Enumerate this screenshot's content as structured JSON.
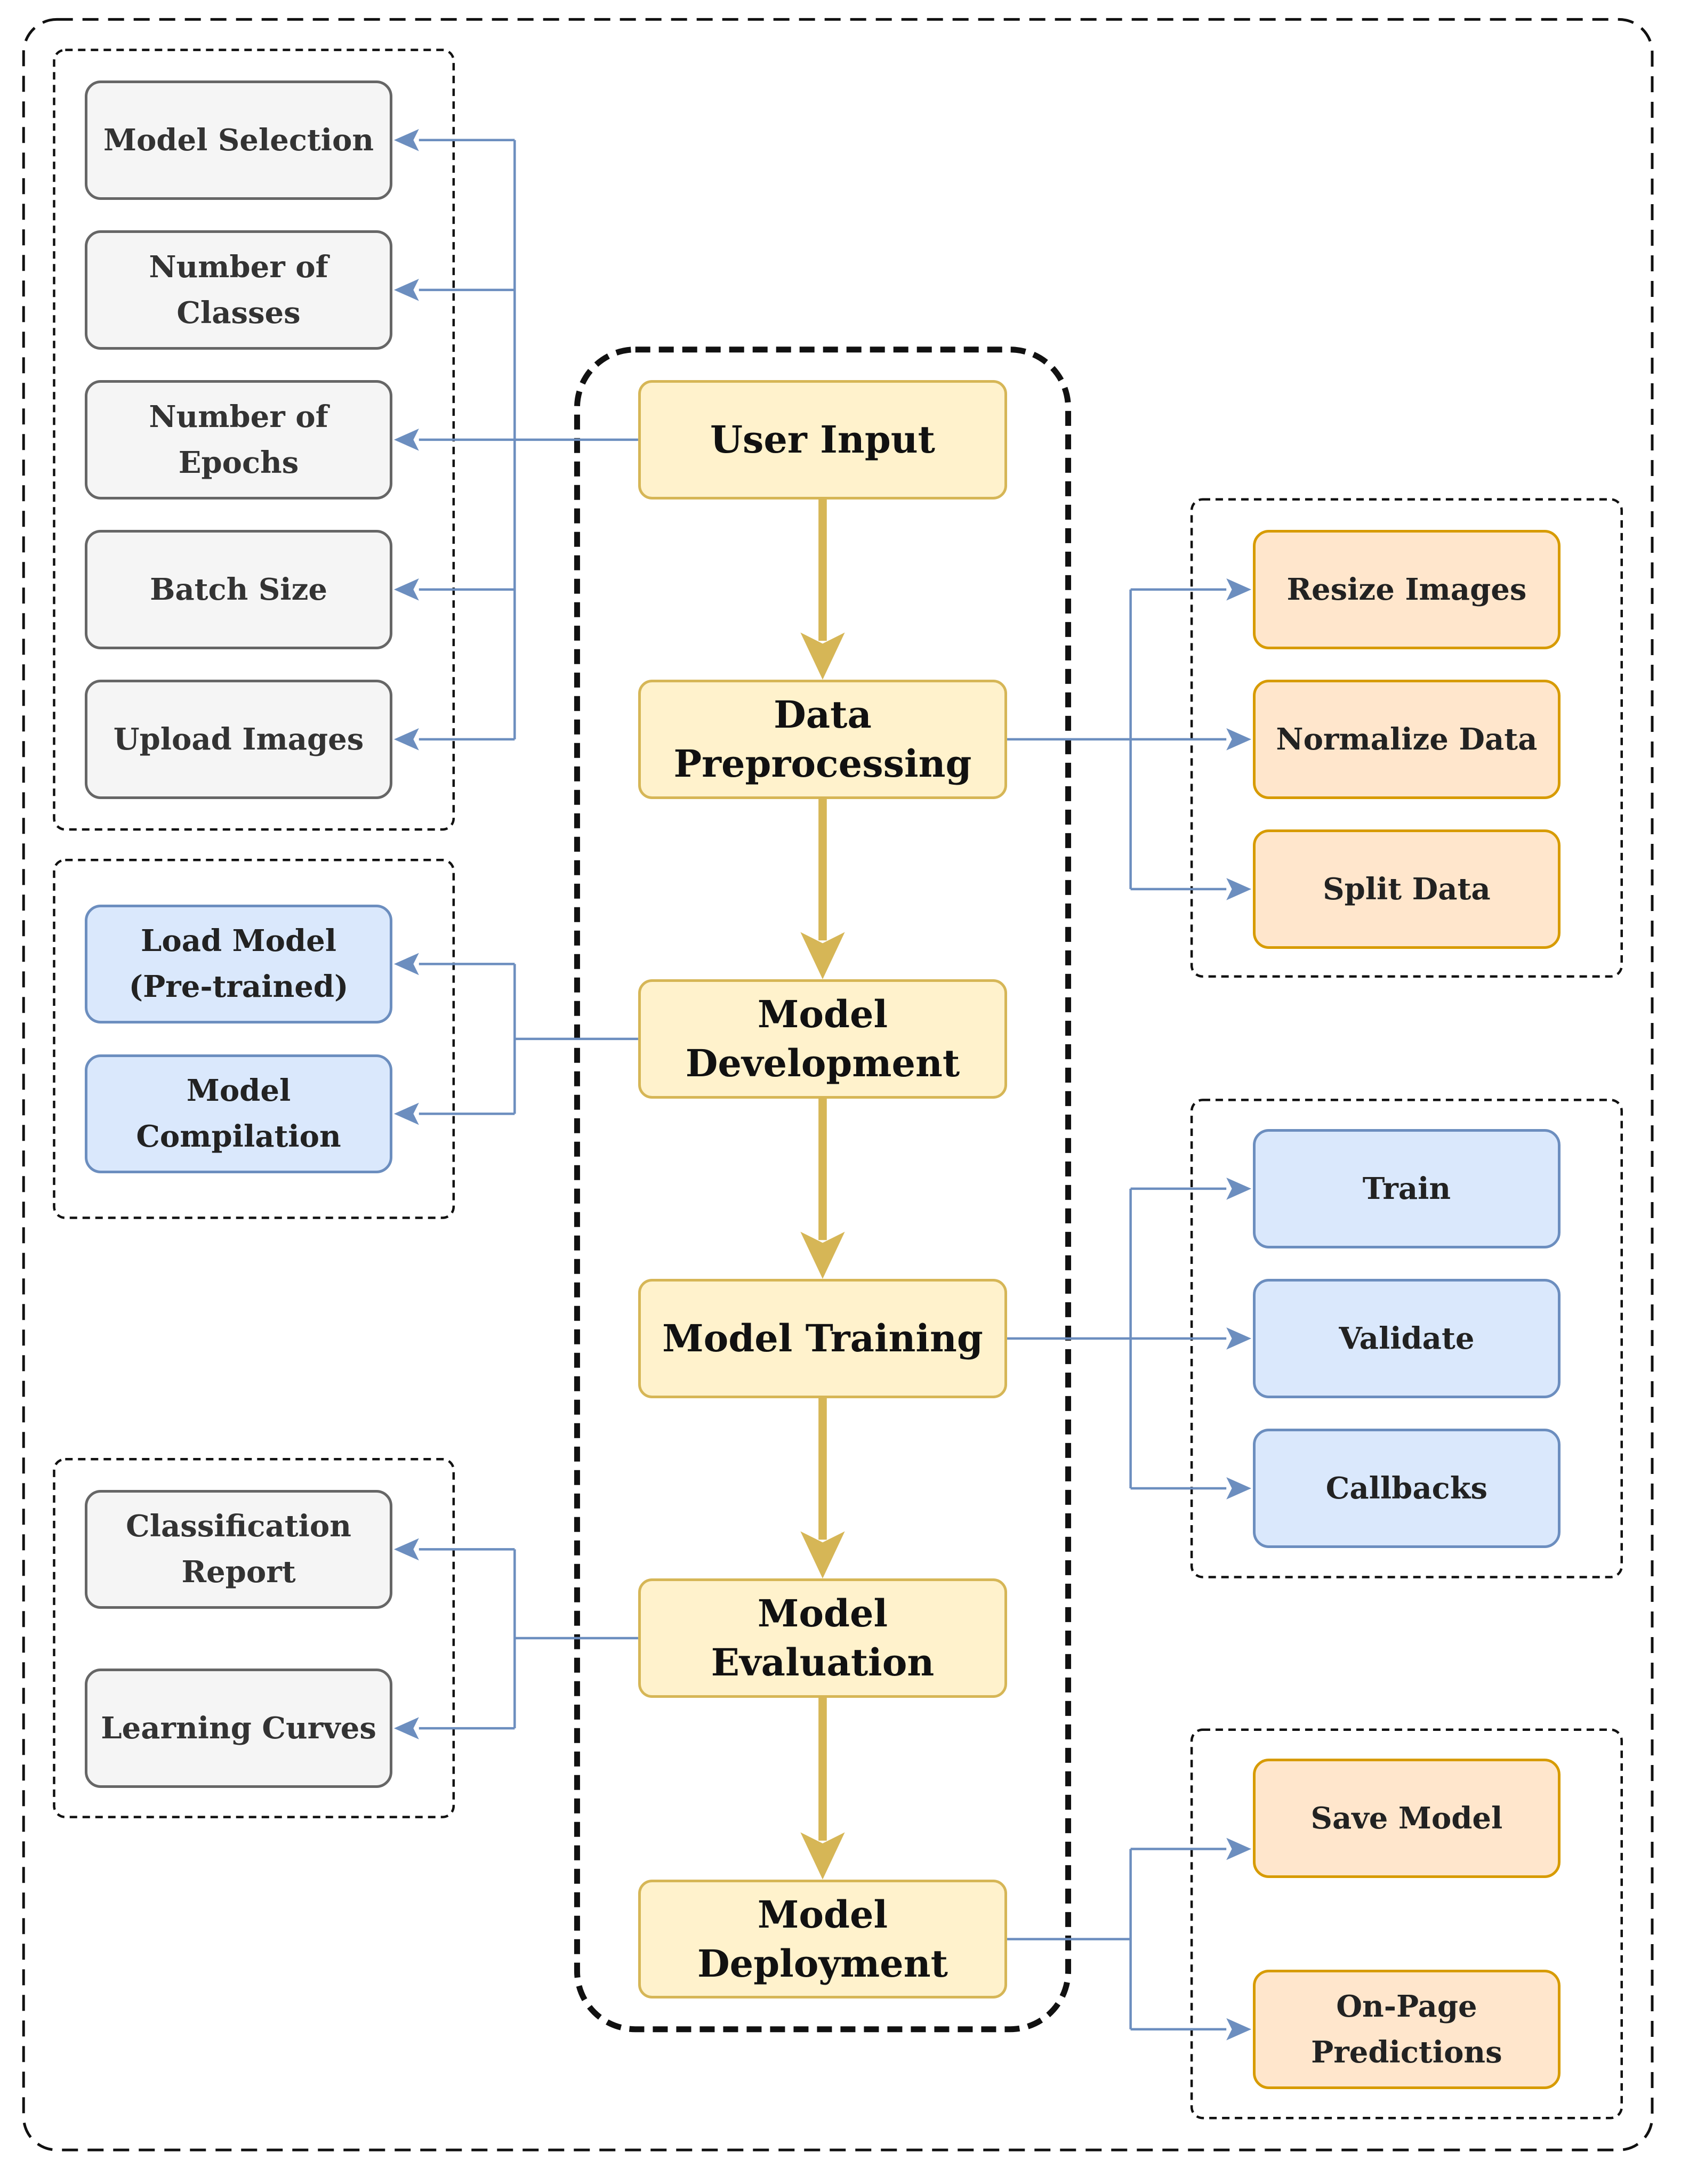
{
  "colors": {
    "main_fill": "#fff2cc",
    "main_stroke": "#d6b656",
    "grey_fill": "#f5f5f5",
    "grey_stroke": "#666666",
    "orange_fill": "#ffe6cc",
    "orange_stroke": "#d79b00",
    "blue_fill": "#dae8fc",
    "blue_stroke": "#6c8ebf",
    "connector": "#6c8ebf",
    "main_arrow": "#d6b656"
  },
  "pipeline": [
    {
      "id": "user-input",
      "label": "User Input"
    },
    {
      "id": "data-preprocessing",
      "label": "Data\nPreprocessing"
    },
    {
      "id": "model-development",
      "label": "Model\nDevelopment"
    },
    {
      "id": "model-training",
      "label": "Model Training"
    },
    {
      "id": "model-evaluation",
      "label": "Model Evaluation"
    },
    {
      "id": "model-deployment",
      "label": "Model\nDeployment"
    }
  ],
  "user_input_options": [
    "Model Selection",
    "Number of Classes",
    "Number of Epochs",
    "Batch Size",
    "Upload Images"
  ],
  "preprocessing_steps": [
    "Resize Images",
    "Normalize Data",
    "Split Data"
  ],
  "development_steps": [
    "Load Model\n(Pre-trained)",
    "Model\nCompilation"
  ],
  "training_steps": [
    "Train",
    "Validate",
    "Callbacks"
  ],
  "evaluation_outputs": [
    "Classification\nReport",
    "Learning Curves"
  ],
  "deployment_outputs": [
    "Save Model",
    "On-Page\nPredictions"
  ]
}
